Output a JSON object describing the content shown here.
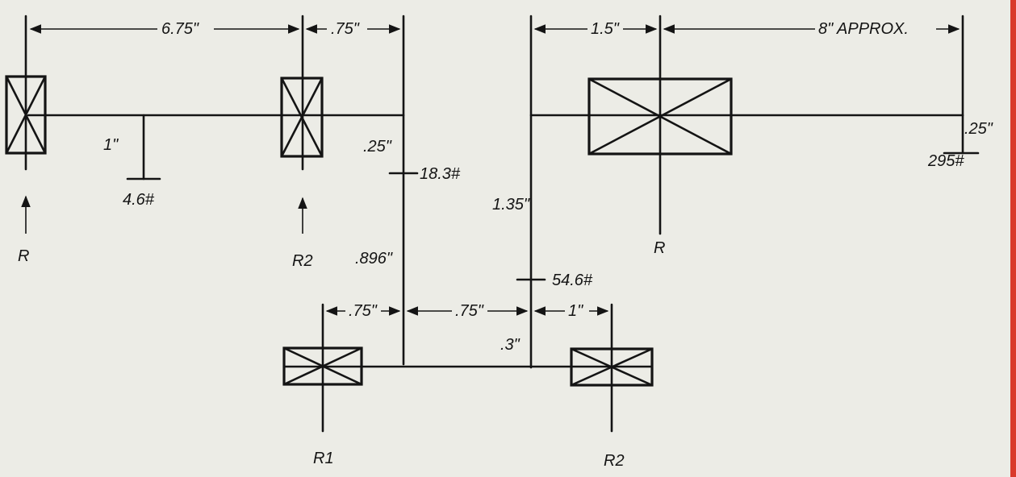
{
  "colors": {
    "paper": "#ecece6",
    "ink": "#141414",
    "edge": "#d93a2b"
  },
  "dims": {
    "d1": "6.75\"",
    "d2": ".75\"",
    "d3": "1.5\"",
    "d4": "8\" APPROX.",
    "d5": ".75\"",
    "d6": ".75\"",
    "d7": "1\""
  },
  "lengths": {
    "l1": "1\"",
    "l2": ".25\"",
    "l3": ".896\"",
    "l4": "1.35\"",
    "l5": ".3\"",
    "l6": ".25\""
  },
  "loads": {
    "w1": "4.6#",
    "w2": "18.3#",
    "w3": "54.6#",
    "w4": "295#"
  },
  "reactions": {
    "r_left": "R",
    "r2_top": "R2",
    "r_right": "R",
    "r1_bottom": "R1",
    "r2_bottom": "R2"
  }
}
